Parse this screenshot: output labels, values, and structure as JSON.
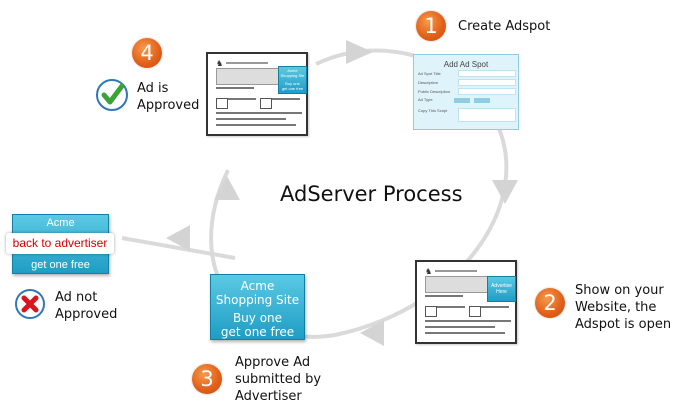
{
  "title": "AdServer Process",
  "steps": [
    {
      "number": "1",
      "caption": "Create Adspot"
    },
    {
      "number": "2",
      "caption_lines": [
        "Show on your",
        "Website, the",
        "Adspot is open"
      ]
    },
    {
      "number": "3",
      "caption_lines": [
        "Approve Ad",
        "submitted by",
        "Advertiser"
      ]
    },
    {
      "number": "4"
    }
  ],
  "approved": {
    "lines": [
      "Ad is",
      "Approved"
    ]
  },
  "not_approved": {
    "lines": [
      "Ad not",
      "Approved"
    ]
  },
  "add_ad_spot_form": {
    "title": "Add Ad Spot",
    "fields": [
      "Ad Spot Title",
      "Description",
      "Public Description",
      "Ad Type",
      "Copy This Script"
    ]
  },
  "site_ad_small": {
    "lines": [
      "Acme",
      "Shopping Ste",
      "Buy one",
      "get one free"
    ]
  },
  "advertise_here": {
    "lines": [
      "Advertise",
      "Here"
    ]
  },
  "acme_ad": {
    "line1": "Acme",
    "line2": "Shopping Site",
    "line3": "Buy one",
    "line4": "get one free"
  },
  "rejected_ad": {
    "top": "Acme",
    "button": "back to advertiser",
    "bottom": "get one free"
  },
  "colors": {
    "badge": "#e3621b",
    "ad_blue": "#1f9dc4",
    "arrow": "#d4d4d4",
    "check": "#3aa336",
    "cross": "#d9141c"
  }
}
